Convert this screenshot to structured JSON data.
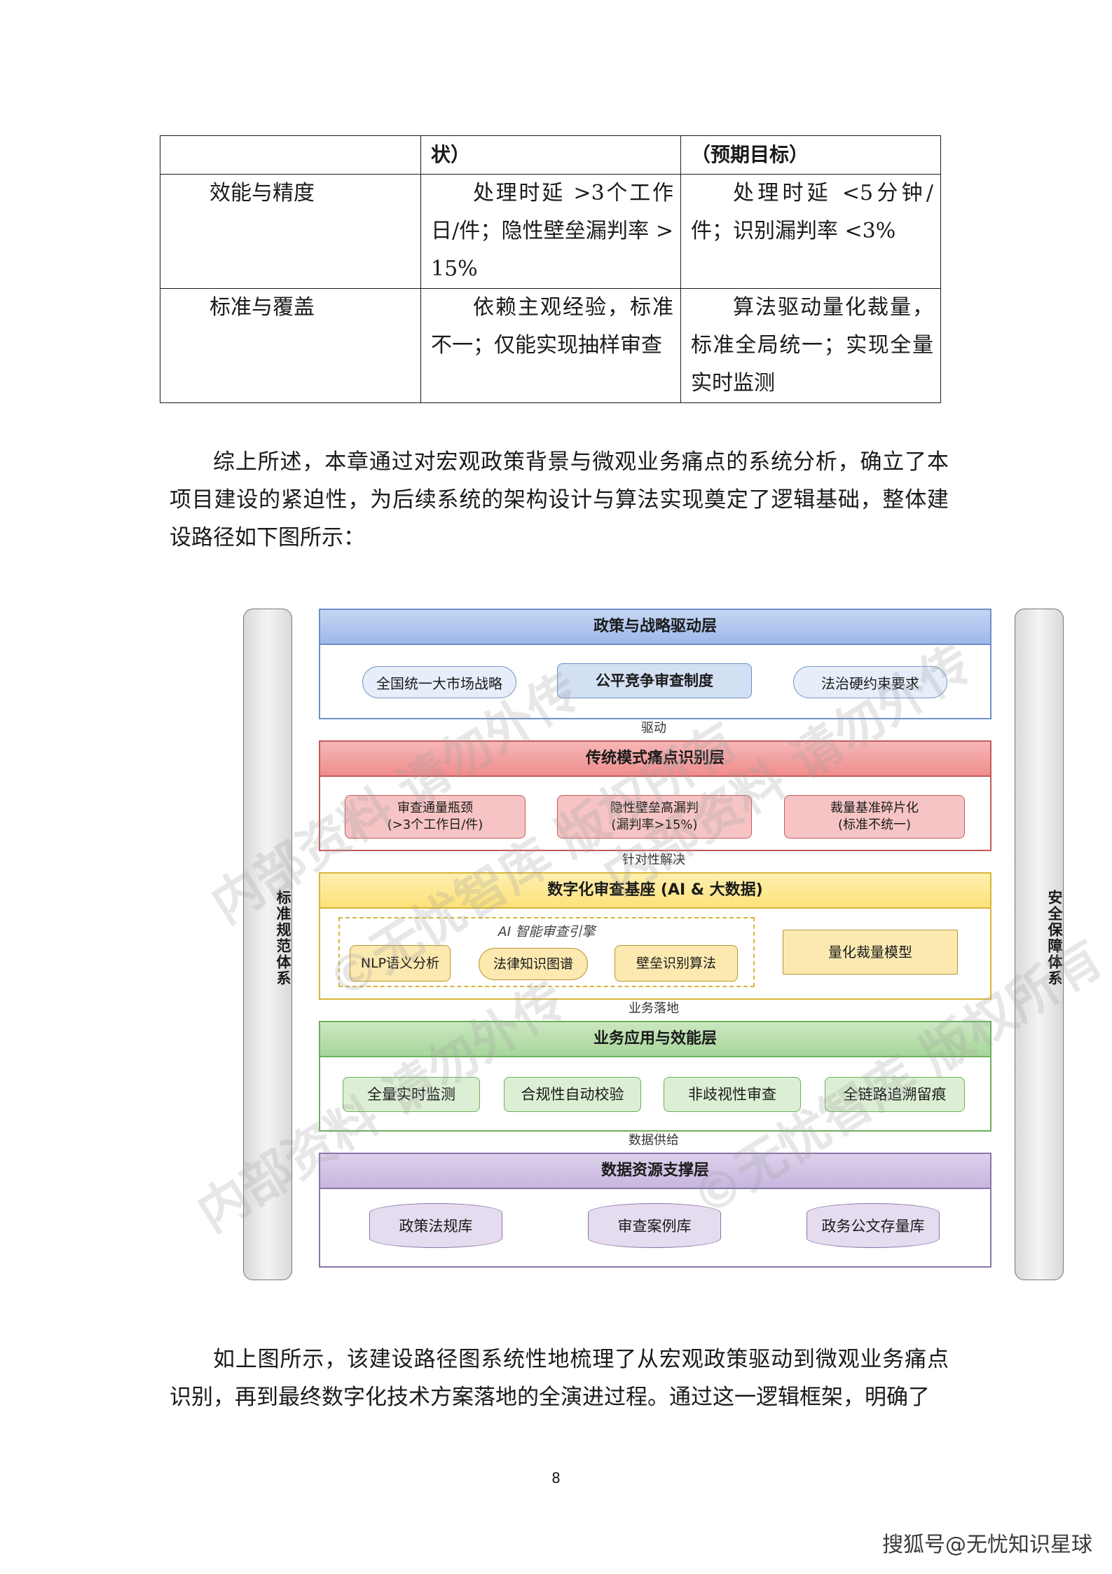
{
  "table": {
    "header": [
      "",
      "状）",
      "（预期目标）"
    ],
    "rows": [
      {
        "label": "效能与精度",
        "current": "处理时延 >3个工作日/件；隐性壁垒漏判率 >15%",
        "target": "处理时延 <5分钟/件；识别漏判率 <3%"
      },
      {
        "label": "标准与覆盖",
        "current": "依赖主观经验，标准不一；仅能实现抽样审查",
        "target": "算法驱动量化裁量，标准全局统一；实现全量实时监测"
      }
    ]
  },
  "paragraph1": "综上所述，本章通过对宏观政策背景与微观业务痛点的系统分析，确立了本项目建设的紧迫性，为后续系统的架构设计与算法实现奠定了逻辑基础，整体建设路径如下图所示：",
  "diagram": {
    "left_side": "标准规范体系",
    "right_side": "安全保障体系",
    "layers": [
      {
        "title": "政策与战略驱动层",
        "items": [
          "全国统一大市场战略",
          "公平竞争审查制度",
          "法治硬约束要求"
        ]
      },
      {
        "title": "传统模式痛点识别层",
        "items": [
          "审查通量瓶颈\n(>3个工作日/件)",
          "隐性壁垒高漏判\n(漏判率>15%)",
          "裁量基准碎片化\n(标准不统一)"
        ]
      },
      {
        "title": "数字化审查基座 (AI & 大数据)",
        "engine_label": "AI 智能审查引擎",
        "items": [
          "NLP语义分析",
          "法律知识图谱",
          "壁垒识别算法",
          "量化裁量模型"
        ]
      },
      {
        "title": "业务应用与效能层",
        "items": [
          "全量实时监测",
          "合规性自动校验",
          "非歧视性审查",
          "全链路追溯留痕"
        ]
      },
      {
        "title": "数据资源支撑层",
        "items": [
          "政策法规库",
          "审查案例库",
          "政务公文存量库"
        ]
      }
    ],
    "connectors": [
      "驱动",
      "针对性解决",
      "业务落地",
      "数据供给"
    ],
    "watermarks": [
      "内部资料 请勿外传",
      "©无忧智库 版权所有"
    ]
  },
  "paragraph2": "如上图所示，该建设路径图系统性地梳理了从宏观政策驱动到微观业务痛点识别，再到最终数字化技术方案落地的全演进过程。通过这一逻辑框架，明确了",
  "page_number": "8",
  "brand": "搜狐号@无忧知识星球",
  "colors": {
    "blue": "#9db8e8",
    "red": "#f08c8c",
    "yellow": "#fde27a",
    "green": "#a7d59a",
    "purple": "#c7b6de"
  }
}
